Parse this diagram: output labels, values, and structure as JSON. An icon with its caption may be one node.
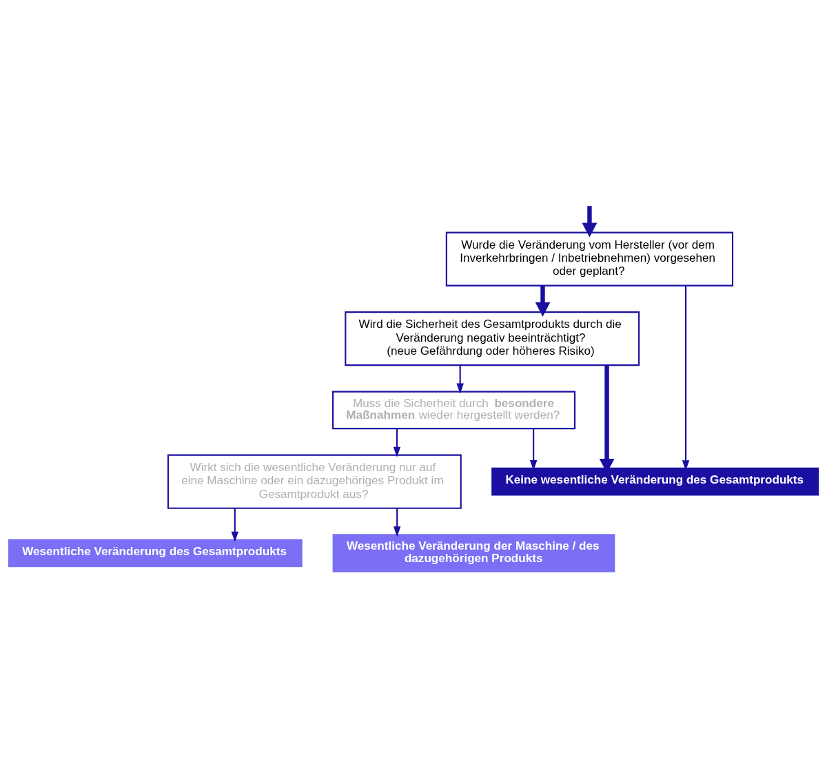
{
  "diagram": {
    "nodes": [
      {
        "text": [
          "Wurde die Veränderung vom Hersteller (vor dem Inverkehrbringen / Inbetriebnehmen) vorgesehen oder geplant?"
        ]
      },
      {
        "text": [
          "Wird die Sicherheit des Gesamtprodukts durch die Veränderung negativ beeinträchtigt?",
          "(neue Gefährdung oder höheres Risiko)"
        ]
      },
      {
        "text": [
          "Muss die Sicherheit durch **besondere Maßnahmen** wieder hergestellt werden?"
        ]
      },
      {
        "text": [
          "Wirkt sich die wesentliche Veränderung nur auf eine Maschine oder ein dazugehöriges Produkt im Gesamtprodukt aus?"
        ]
      },
      {
        "text": [
          "Wesentliche Veränderung des Gesamtprodukts"
        ]
      },
      {
        "text": [
          "Wesentliche Veränderung der Maschine / des dazugehörigen Produkts"
        ]
      },
      {
        "text": [
          "Keine wesentliche Veränderung des Gesamtprodukts"
        ]
      }
    ],
    "edges": [
      {
        "from": null,
        "to": 0,
        "arrow": "to",
        "style": "thick"
      },
      {
        "from": 0,
        "to": 1,
        "arrow": "to",
        "style": "thick"
      },
      {
        "from": 1,
        "to": 2,
        "arrow": "to"
      },
      {
        "from": 2,
        "to": 3,
        "arrow": "to"
      },
      {
        "from": 3,
        "to": 4,
        "arrow": "to"
      },
      {
        "from": 3,
        "to": 5,
        "arrow": "to"
      },
      {
        "from": 0,
        "to": 6,
        "arrow": "to"
      },
      {
        "from": 1,
        "to": 6,
        "arrow": "to",
        "style": "thick"
      },
      {
        "from": 2,
        "to": 6,
        "arrow": "to"
      }
    ]
  }
}
